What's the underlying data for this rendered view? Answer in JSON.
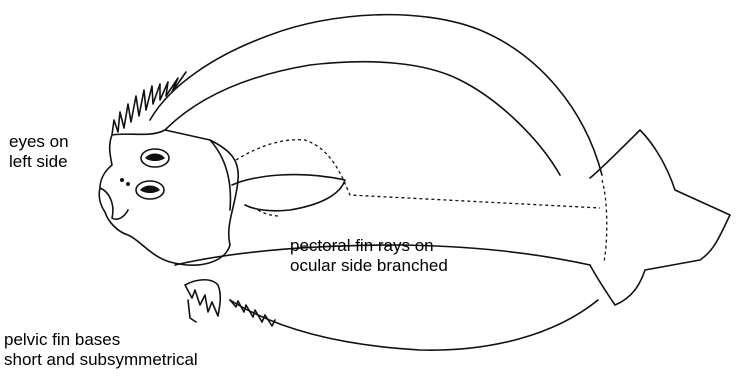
{
  "labels": {
    "eyes": [
      "eyes on",
      "left side"
    ],
    "pectoral": [
      "pectoral fin rays on",
      "ocular side branched"
    ],
    "pelvic": [
      "pelvic fin bases",
      "short and subsymmetrical"
    ]
  }
}
